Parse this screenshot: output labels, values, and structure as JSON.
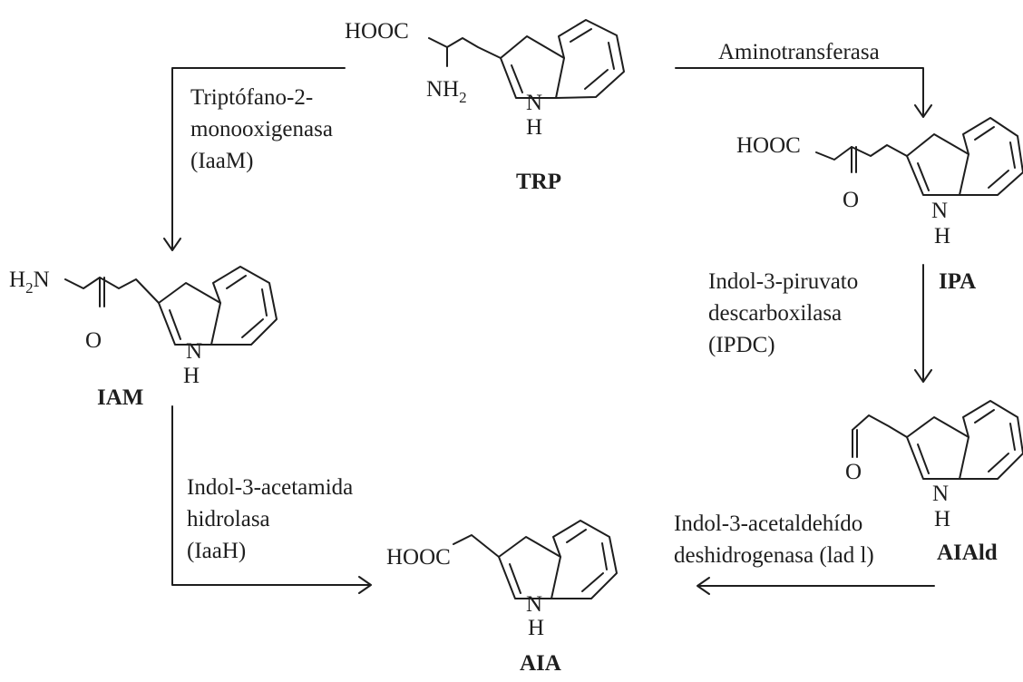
{
  "compounds": {
    "trp": "TRP",
    "ipa": "IPA",
    "iam": "IAM",
    "aiald": "AIAld",
    "aia": "AIA"
  },
  "atoms": {
    "hooc": "HOOC",
    "nh": "NH",
    "h2": "H",
    "sub2": "2",
    "n": "N",
    "h": "H",
    "o": "O"
  },
  "enzymes": {
    "iaam": [
      "Triptófano-2-",
      "monooxigenasa",
      "(IaaM)"
    ],
    "aminotransferasa": "Aminotransferasa",
    "ipdc": [
      "Indol-3-piruvato",
      "descarboxilasa",
      "(IPDC)"
    ],
    "iaah": [
      "Indol-3-acetamida",
      "hidrolasa",
      "(IaaH)"
    ],
    "iad": [
      "Indol-3-acetaldehído",
      "deshidrogenasa (lad l)"
    ]
  },
  "colors": {
    "ink": "#1e1e1e",
    "background": "#ffffff"
  }
}
